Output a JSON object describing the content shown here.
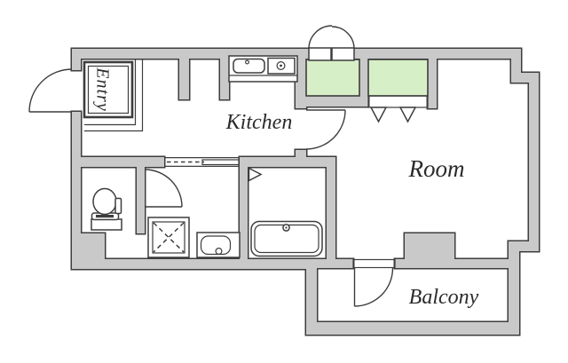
{
  "labels": {
    "entry": "Entry",
    "kitchen": "Kitchen",
    "room": "Room",
    "balcony": "Balcony"
  },
  "colors": {
    "wall": "#c9c9c9",
    "outline": "#3d3d3d",
    "closet": "#d7efc6",
    "fixture": "#ffffff",
    "text": "#2b2b2b"
  },
  "fixtures": [
    "entrance-swing-door",
    "double-swing-doors",
    "closet-1",
    "closet-2",
    "closet-folding-door-marks",
    "kitchen-sink",
    "gas-stove",
    "sliding-door",
    "washroom-swing-door",
    "kitchen-room-swing-door",
    "toilet",
    "washing-machine-space",
    "vanity-sink",
    "bathtub",
    "bathroom-door-marker",
    "balcony-swing-door",
    "pillar"
  ]
}
